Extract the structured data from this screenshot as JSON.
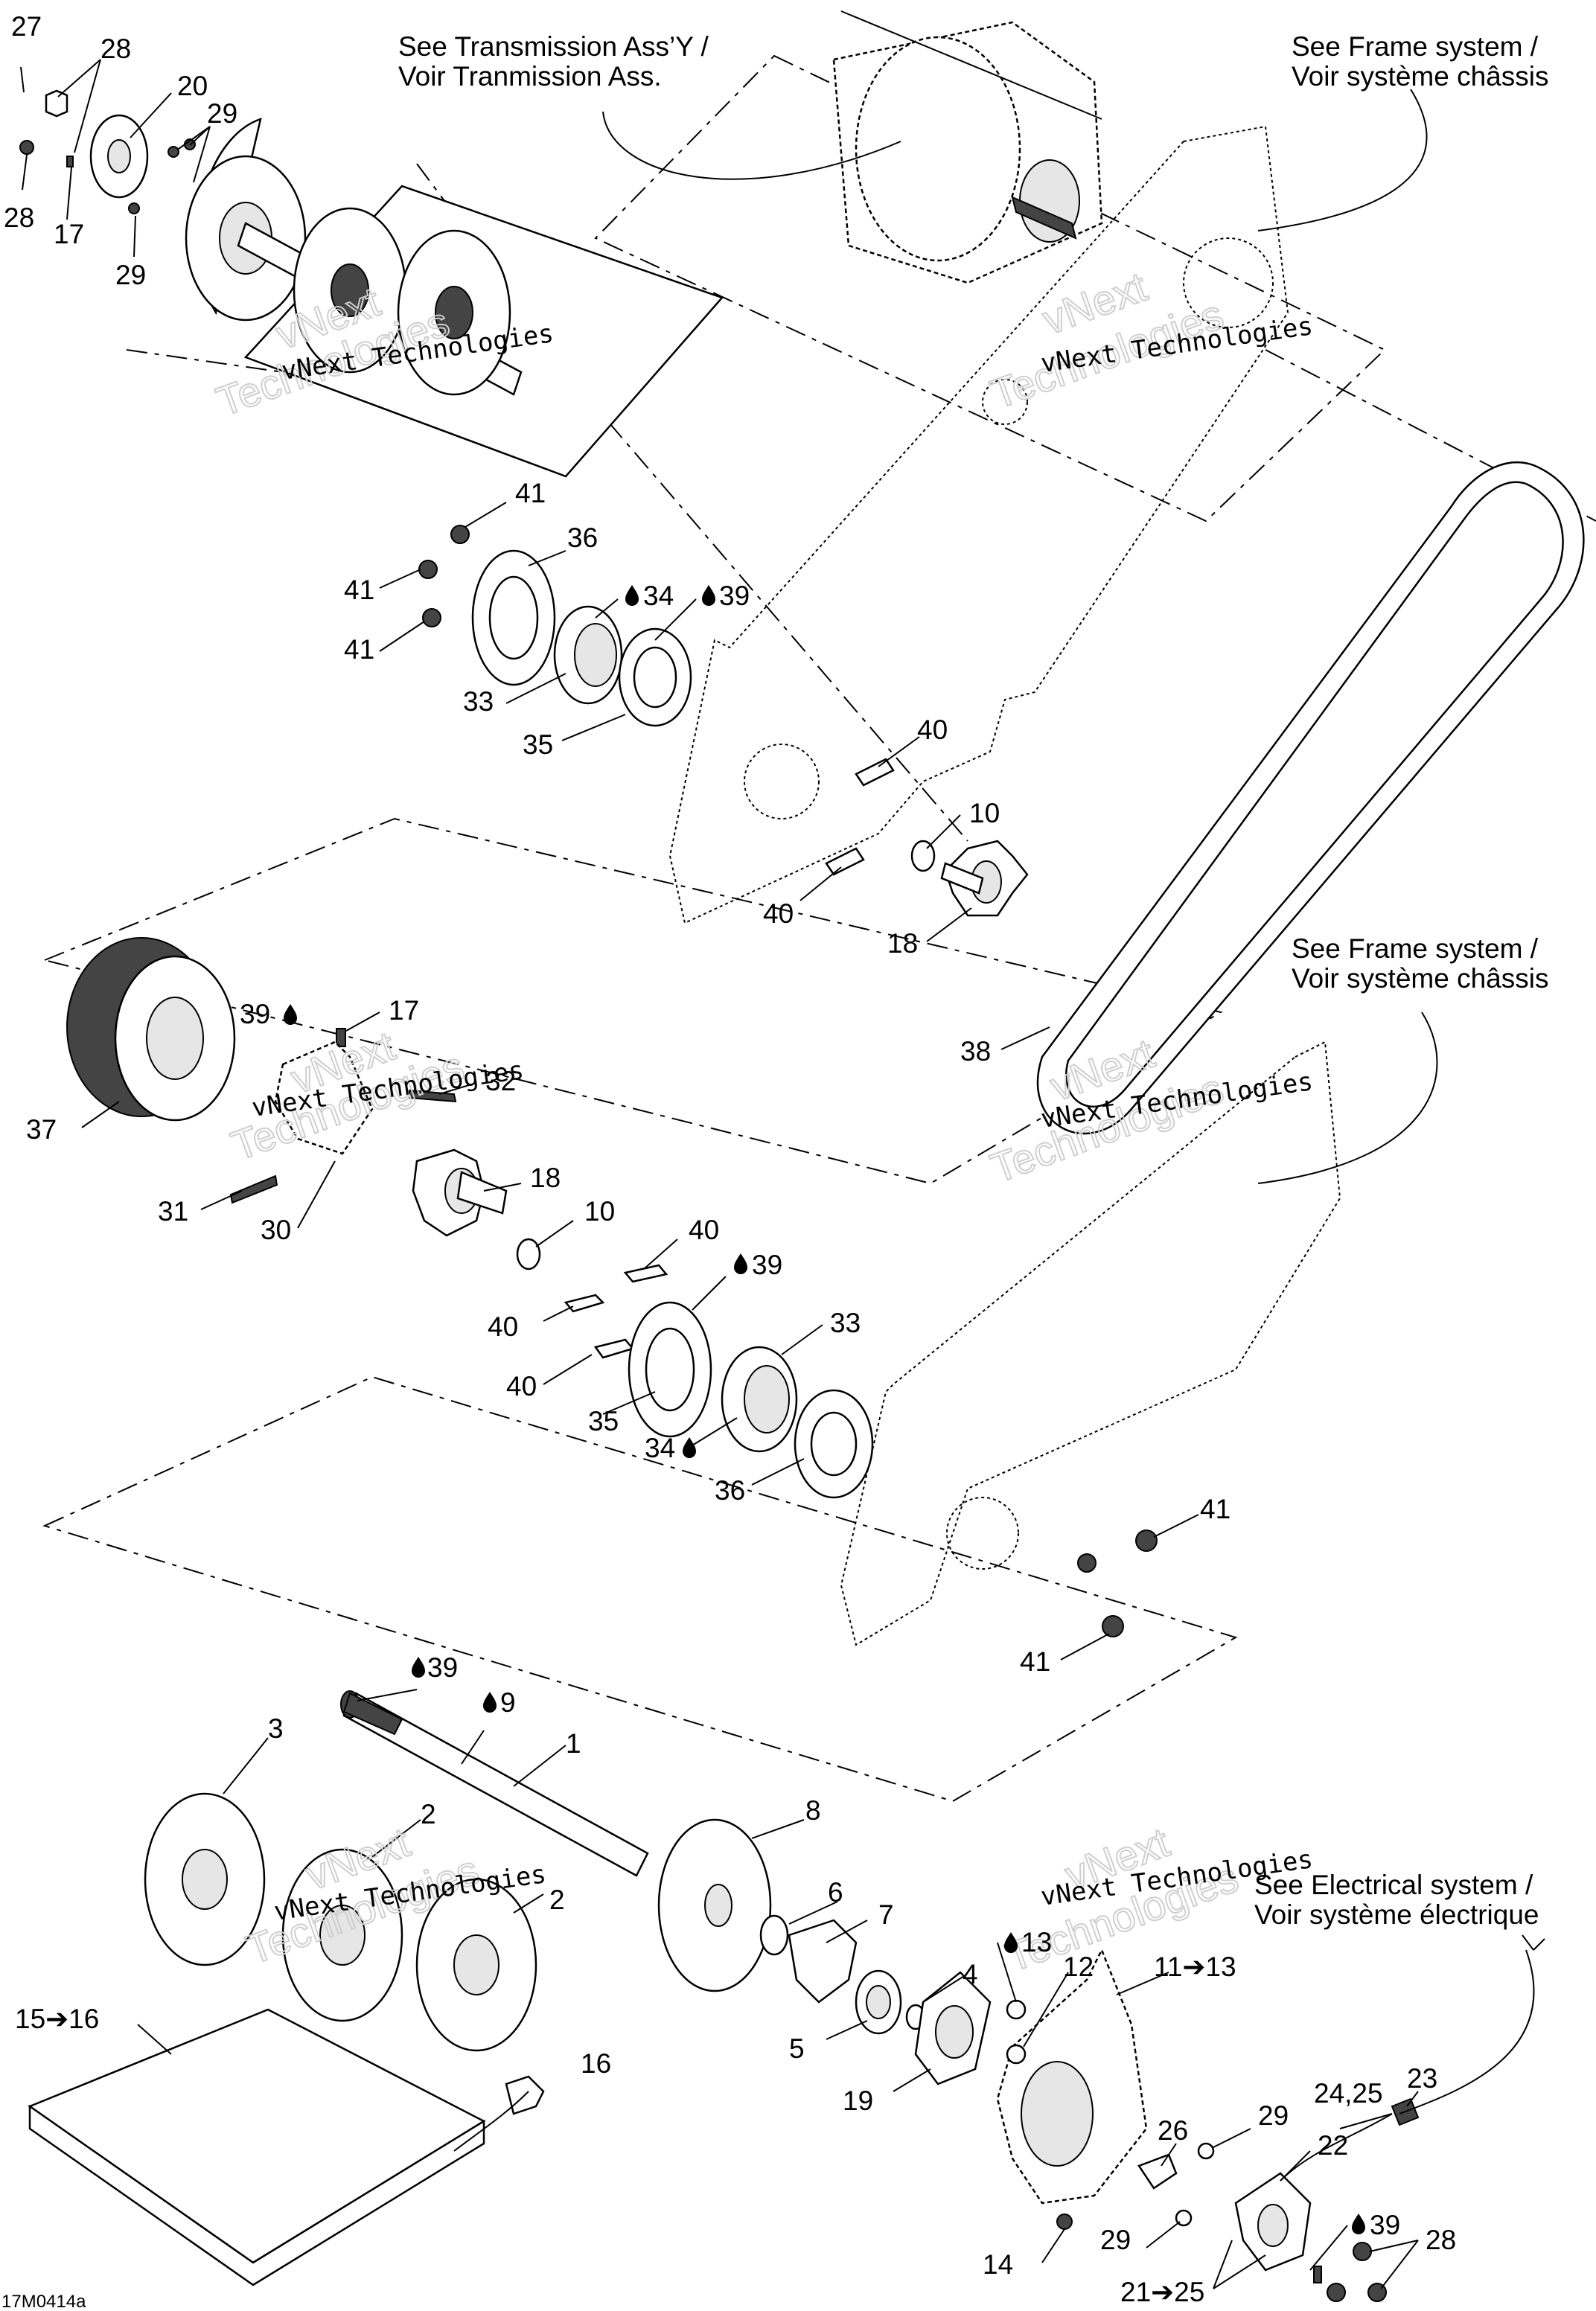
{
  "notes": {
    "transmission": [
      "See Transmission Ass’Y /",
      "Voir Tranmission Ass."
    ],
    "frame_top": [
      "See Frame system /",
      "Voir système châssis"
    ],
    "frame_mid": [
      "See Frame system /",
      "Voir système châssis"
    ],
    "electrical": [
      "See Electrical system /",
      "Voir système électrique"
    ]
  },
  "watermark": {
    "text": "vNext Technologies",
    "big1": "vNext",
    "big2": "Technologies"
  },
  "drawing_code": "17M0414a",
  "callouts": {
    "c27": "27",
    "c28a": "28",
    "c20": "20",
    "c29a": "29",
    "c28b": "28",
    "c17a": "17",
    "c29b": "29",
    "c41a": "41",
    "c36a": "36",
    "c41b": "41",
    "c34a": "34",
    "c39a": "39",
    "c41c": "41",
    "c33a": "33",
    "c35a": "35",
    "c40a": "40",
    "c10a": "10",
    "c40b": "40",
    "c18a": "18",
    "c39b": "39",
    "c17b": "17",
    "c32": "32",
    "c37": "37",
    "c38": "38",
    "c31": "31",
    "c30": "30",
    "c18b": "18",
    "c10b": "10",
    "c40c": "40",
    "c39c": "39",
    "c40d": "40",
    "c33b": "33",
    "c40e": "40",
    "c35b": "35",
    "c34b": "34",
    "c36b": "36",
    "c41d": "41",
    "c41e": "41",
    "c39d": "39",
    "c9": "9",
    "c1": "1",
    "c3": "3",
    "c2a": "2",
    "c2b": "2",
    "c8": "8",
    "c6": "6",
    "c7": "7",
    "c13": "13",
    "c12": "12",
    "c11_13": "11➔13",
    "c4": "4",
    "c5": "5",
    "c19": "19",
    "c15_16": "15➔16",
    "c16": "16",
    "c24_25": "24,25",
    "c23": "23",
    "c26": "26",
    "c29c": "29",
    "c22": "22",
    "c39e": "39",
    "c29d": "29",
    "c28c": "28",
    "c14": "14",
    "c21_25": "21➔25"
  }
}
